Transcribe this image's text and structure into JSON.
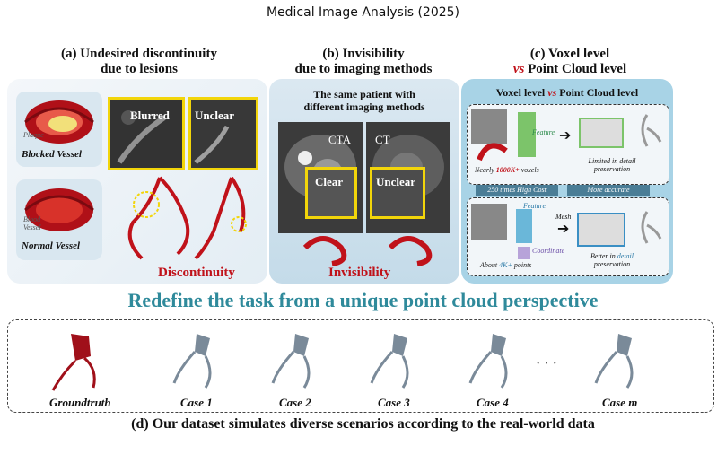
{
  "header": "Medical Image Analysis (2025)",
  "panel_a": {
    "title_line1": "(a) Undesired discontinuity",
    "title_line2": "due to lesions",
    "plaque": "Plaque",
    "blocked": "Blocked Vessel",
    "blood_vessel_1": "Blood",
    "blood_vessel_2": "Vessel",
    "normal": "Normal Vessel",
    "blurred": "Blurred",
    "unclear": "Unclear",
    "discontinuity": "Discontinuity"
  },
  "panel_b": {
    "title_line1": "(b) Invisibility",
    "title_line2": "due to imaging methods",
    "subtitle_line1": "The same patient with",
    "subtitle_line2": "different imaging methods",
    "cta": "CTA",
    "ct": "CT",
    "clear": "Clear",
    "unclear": "Unclear",
    "invisibility": "Invisibility"
  },
  "panel_c": {
    "title_line1": "(c) Voxel level",
    "title_vs": "vs",
    "title_line2": "Point Cloud level",
    "header_voxel": "Voxel level",
    "header_vs": "vs",
    "header_point": "Point Cloud level",
    "feature1": "Feature",
    "nearly": "Nearly ",
    "voxels_count": "1000K+",
    "voxels_unit": " voxels",
    "limited_1": "Limited in detail",
    "limited_2": "preservation",
    "cost": "250 times  High Cost",
    "accurate": "More accurate",
    "feature2": "Feature",
    "mesh": "Mesh",
    "coordinate": "Coordinate",
    "about": "About ",
    "points_count": "4K+",
    "points_unit": " points",
    "better_1": "Better in ",
    "better_detail": "detail",
    "better_2": "preservation"
  },
  "banner": "Redefine the task from a unique point cloud perspective",
  "panel_d": {
    "cases": [
      "Groundtruth",
      "Case 1",
      "Case 2",
      "Case 3",
      "Case 4",
      "Case m"
    ],
    "ellipsis": "· · ·",
    "caption": "(d) Our dataset simulates diverse scenarios according to the real-world data"
  },
  "colors": {
    "vessel_red": "#c0121a",
    "highlight_yellow": "#f2d50a",
    "banner_teal": "#2f8a9b",
    "panel_blue": "#a8d3e6",
    "point_cloud_gray": "#7a8a99"
  }
}
